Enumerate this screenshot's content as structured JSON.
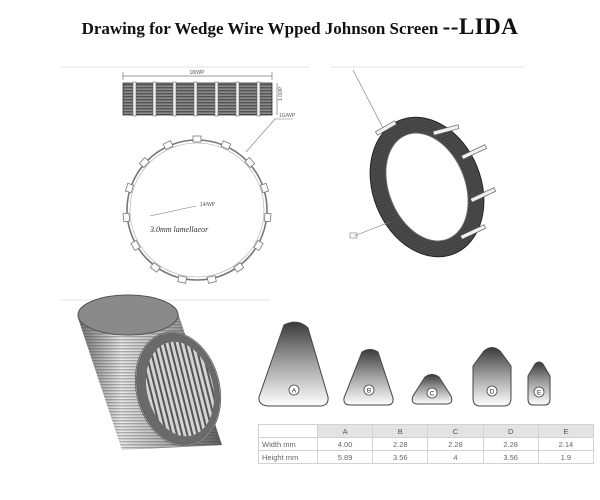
{
  "title": {
    "text": "Drawing for Wedge Wire Wpped Johnson Screen",
    "brand": "--LIDA"
  },
  "side_view": {
    "width_label": "18/WP",
    "height_label": "1.00/P"
  },
  "ring_drawing": {
    "callout": "1G/WP",
    "inner_label": "14/WP",
    "center_label": "3.0mm lamellaeor"
  },
  "profiles": [
    {
      "letter": "A"
    },
    {
      "letter": "B"
    },
    {
      "letter": "C"
    },
    {
      "letter": "D"
    },
    {
      "letter": "E"
    }
  ],
  "table": {
    "columns": [
      "A",
      "B",
      "C",
      "D",
      "E"
    ],
    "rows": [
      {
        "label": "Width mm",
        "values": [
          "4.00",
          "2.28",
          "2.28",
          "2.28",
          "2.14"
        ]
      },
      {
        "label": "Height mm",
        "values": [
          "5.89",
          "3.56",
          "4",
          "3.56",
          "1.9"
        ]
      }
    ]
  }
}
